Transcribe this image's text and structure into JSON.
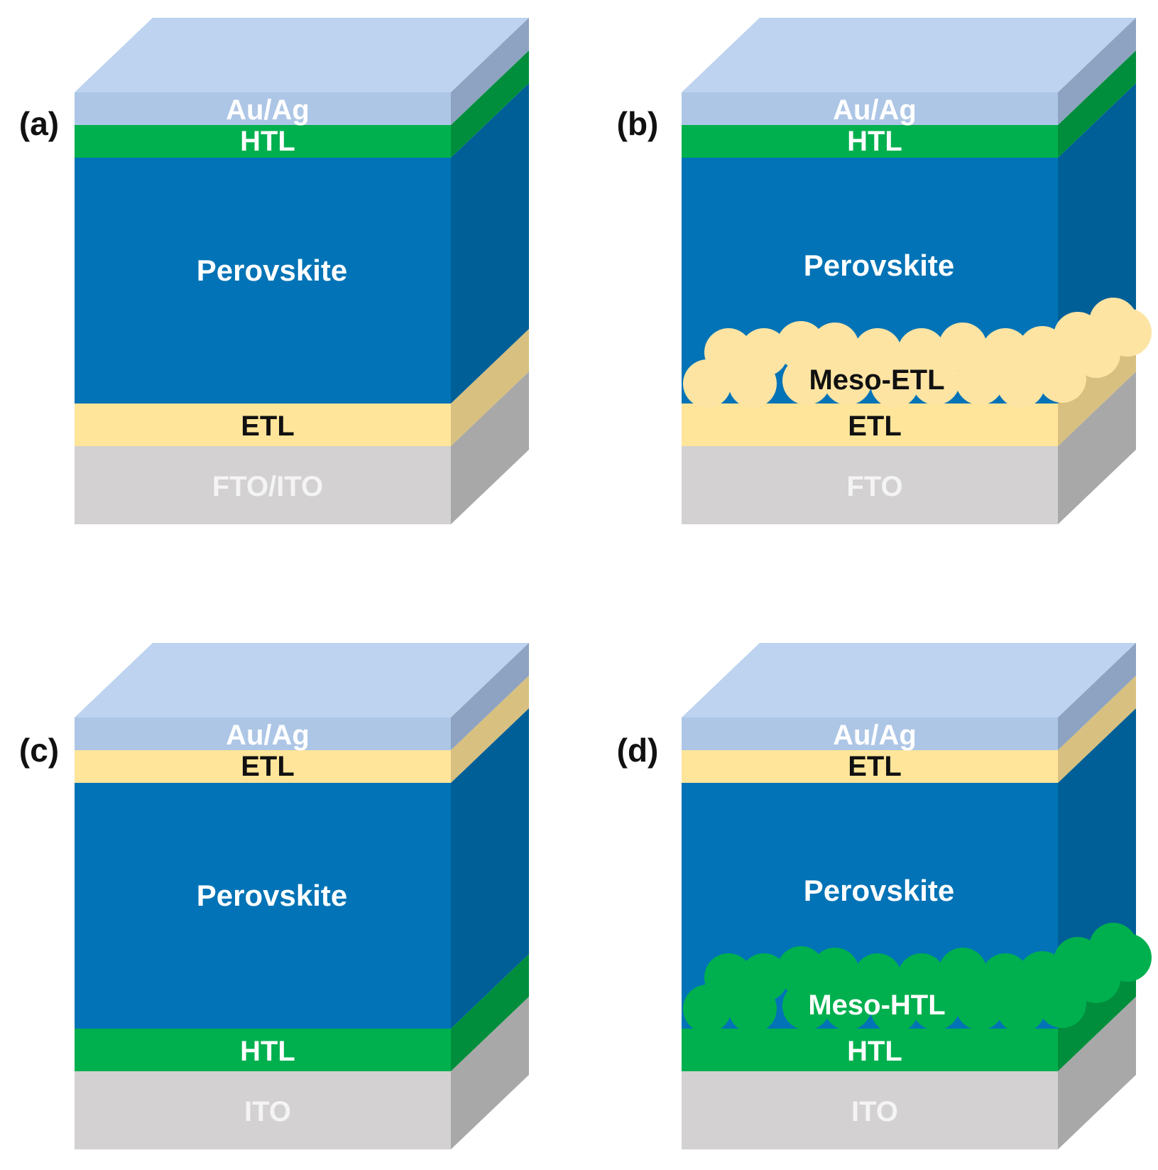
{
  "colors": {
    "metal_front": "#adc6e6",
    "metal_top": "#bdd3ef",
    "metal_side": "#8da3c1",
    "htl_front": "#00b04e",
    "htl_side": "#008e3c",
    "perovskite_front": "#0173b6",
    "perovskite_side": "#005f96",
    "etl_front": "#fee59a",
    "etl_side": "#d8c080",
    "substrate_front": "#d3d1d1",
    "substrate_side": "#a9a8a8",
    "meso_etl_particle": "#fde4a3",
    "meso_htl_particle": "#00b04e",
    "text_light": "#ffffff",
    "text_dark": "#111111"
  },
  "panels": [
    {
      "id": "a",
      "panel_label": "(a)",
      "layers": {
        "top_metal": "Au/Ag",
        "upper_transport": "HTL",
        "absorber": "Perovskite",
        "lower_transport": "ETL",
        "substrate": "FTO/ITO"
      },
      "upper_kind": "htl",
      "lower_kind": "etl",
      "meso_label": "",
      "meso_kind": ""
    },
    {
      "id": "b",
      "panel_label": "(b)",
      "layers": {
        "top_metal": "Au/Ag",
        "upper_transport": "HTL",
        "absorber": "Perovskite",
        "lower_transport": "ETL",
        "substrate": "FTO"
      },
      "upper_kind": "htl",
      "lower_kind": "etl",
      "meso_label": "Meso-ETL",
      "meso_kind": "etl"
    },
    {
      "id": "c",
      "panel_label": "(c)",
      "layers": {
        "top_metal": "Au/Ag",
        "upper_transport": "ETL",
        "absorber": "Perovskite",
        "lower_transport": "HTL",
        "substrate": "ITO"
      },
      "upper_kind": "etl",
      "lower_kind": "htl",
      "meso_label": "",
      "meso_kind": ""
    },
    {
      "id": "d",
      "panel_label": "(d)",
      "layers": {
        "top_metal": "Au/Ag",
        "upper_transport": "ETL",
        "absorber": "Perovskite",
        "lower_transport": "HTL",
        "substrate": "ITO"
      },
      "upper_kind": "etl",
      "lower_kind": "htl",
      "meso_label": "Meso-HTL",
      "meso_kind": "htl"
    }
  ]
}
